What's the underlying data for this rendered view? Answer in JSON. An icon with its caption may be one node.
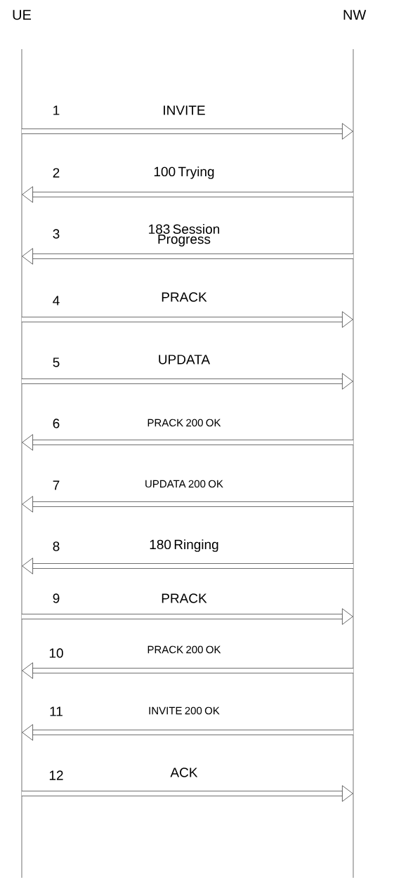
{
  "diagram": {
    "nodes": [
      {
        "text": [
          "UE"
        ]
      },
      {
        "text": [
          "NW"
        ]
      }
    ],
    "edges": [
      {
        "from": 0,
        "to": 1,
        "arrow": "to",
        "label": "INVITE"
      },
      {
        "from": 1,
        "to": 0,
        "arrow": "to",
        "label": "100 Trying"
      },
      {
        "from": 1,
        "to": 0,
        "arrow": "to",
        "label": "183 Session Progress"
      },
      {
        "from": 0,
        "to": 1,
        "arrow": "to",
        "label": "PRACK"
      },
      {
        "from": 0,
        "to": 1,
        "arrow": "to",
        "label": "UPDATA"
      },
      {
        "from": 1,
        "to": 0,
        "arrow": "to",
        "label": "PRACK 200 OK"
      },
      {
        "from": 1,
        "to": 0,
        "arrow": "to",
        "label": "UPDATA 200 OK"
      },
      {
        "from": 1,
        "to": 0,
        "arrow": "to",
        "label": "180 Ringing"
      },
      {
        "from": 0,
        "to": 1,
        "arrow": "to",
        "label": "PRACK"
      },
      {
        "from": 1,
        "to": 0,
        "arrow": "to",
        "label": "PRACK 200 OK"
      },
      {
        "from": 1,
        "to": 0,
        "arrow": "to",
        "label": "INVITE 200 OK"
      },
      {
        "from": 0,
        "to": 1,
        "arrow": "to",
        "label": "ACK"
      }
    ],
    "labels": [
      "1",
      "2",
      "3",
      "4",
      "5",
      "6",
      "7",
      "8",
      "9",
      "10",
      "11",
      "12"
    ]
  }
}
